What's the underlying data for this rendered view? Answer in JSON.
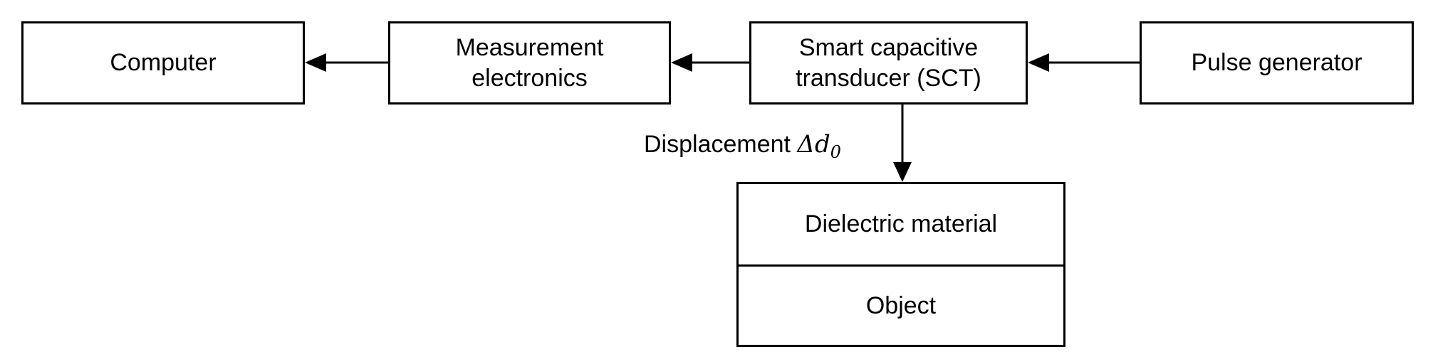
{
  "boxes": {
    "computer": "Computer",
    "measurement_line1": "Measurement",
    "measurement_line2": "electronics",
    "sct_line1": "Smart capacitive",
    "sct_line2": "transducer (SCT)",
    "pulse": "Pulse generator",
    "dielectric": "Dielectric material",
    "object": "Object"
  },
  "labels": {
    "displacement_text": "Displacement ",
    "displacement_symbol": "Δd",
    "displacement_subscript": "0"
  }
}
